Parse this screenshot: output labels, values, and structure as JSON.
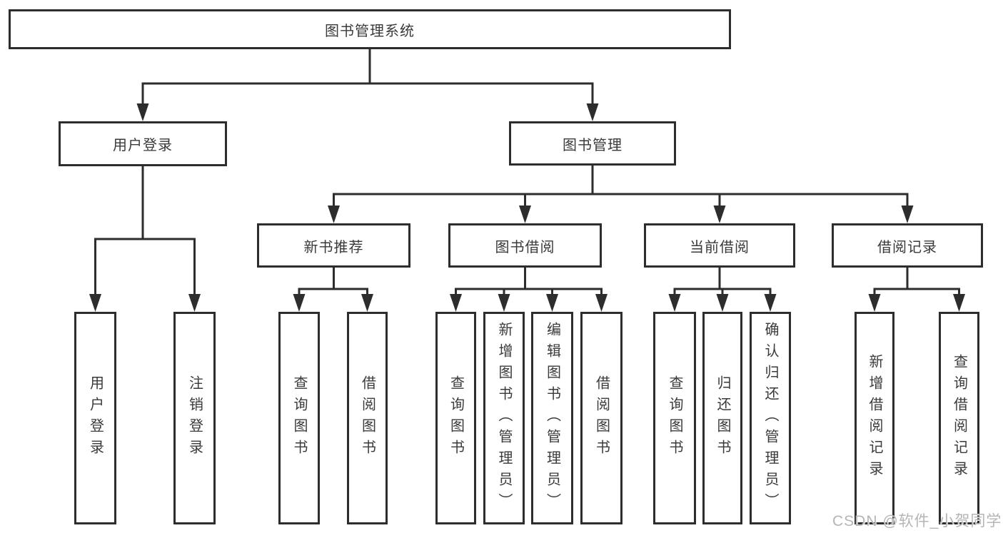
{
  "diagram": {
    "root": {
      "label": "图书管理系统"
    },
    "level2": [
      {
        "label": "用户登录"
      },
      {
        "label": "图书管理"
      }
    ],
    "level3": [
      {
        "label": "新书推荐",
        "parent": "图书管理"
      },
      {
        "label": "图书借阅",
        "parent": "图书管理"
      },
      {
        "label": "当前借阅",
        "parent": "图书管理"
      },
      {
        "label": "借阅记录",
        "parent": "图书管理"
      }
    ],
    "leaves": [
      {
        "label": "用户登录",
        "parent": "用户登录"
      },
      {
        "label": "注销登录",
        "parent": "用户登录"
      },
      {
        "label": "查询图书",
        "parent": "新书推荐"
      },
      {
        "label": "借阅图书",
        "parent": "新书推荐"
      },
      {
        "label": "查询图书",
        "parent": "图书借阅"
      },
      {
        "label": "新增图书（管理员）",
        "parent": "图书借阅"
      },
      {
        "label": "编辑图书（管理员）",
        "parent": "图书借阅"
      },
      {
        "label": "借阅图书",
        "parent": "图书借阅"
      },
      {
        "label": "查询图书",
        "parent": "当前借阅"
      },
      {
        "label": "归还图书",
        "parent": "当前借阅"
      },
      {
        "label": "确认归还（管理员）",
        "parent": "当前借阅"
      },
      {
        "label": "新增借阅记录",
        "parent": "借阅记录"
      },
      {
        "label": "查询借阅记录",
        "parent": "借阅记录"
      }
    ],
    "watermark": "CSDN @软件_小贺同学",
    "colors": {
      "line": "#2d2d2d",
      "text": "#3a3a3a",
      "watermark": "#b5b5b5",
      "background": "#ffffff"
    }
  }
}
